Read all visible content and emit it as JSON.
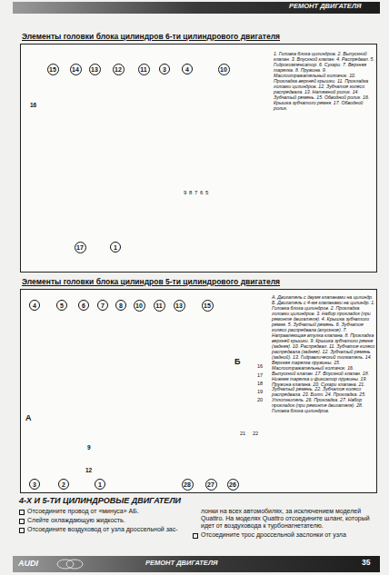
{
  "diagram": {
    "nodes": [
      {
        "text": [
          "Элементы головки блока цилиндров 6-ти цилиндрового двигателя",
          "1. Головка блока цилиндров. 2. Выпускной клапан. 3. Впускной клапан. 4. Распредвал. 5. Гидрокомпенсатор. 6. Сухари. 7. Верхняя тарелка. 8. Пружина. 9. Маслоотражательный колпачок. 10. Прокладка верхней крышки. 11. Прокладка головки цилиндров. 12. Зубчатое колесо распредвала. 13. Натяжной ролик. 14. Зубчатый ремень. 15. Обводной ролик. 16. Крышка зубчатого ремня. 17. Обводной ролик."
        ]
      },
      {
        "text": [
          "15"
        ],
        "in": 0
      },
      {
        "text": [
          "14"
        ],
        "in": 0
      },
      {
        "text": [
          "13"
        ],
        "in": 0
      },
      {
        "text": [
          "12"
        ],
        "in": 0
      },
      {
        "text": [
          "11"
        ],
        "in": 0
      },
      {
        "text": [
          "3"
        ],
        "in": 0
      },
      {
        "text": [
          "4"
        ],
        "in": 0
      },
      {
        "text": [
          "10"
        ],
        "in": 0
      },
      {
        "text": [
          "17"
        ],
        "in": 0
      },
      {
        "text": [
          "1"
        ],
        "in": 0
      },
      {
        "text": [
          "Элементы головки блока цилиндров 5-ти цилиндрового двигателя",
          "А. Двигатель с двумя клапанами на цилиндр. Б. Двигатель с 4-мя клапанами на цилиндр. 1. Головка блока цилиндров. 2. Прокладка головки цилиндров. 3. Набор прокладок (при ремонте двигателя). 4. Крышка зубчатого ремня. 5. Зубчатый ремень. 6. Зубчатое колесо распредвала (впускное). 7. Направляющая втулка клапана. 8. Прокладка верхней крышки. 9. Крышка зубчатого ремня (задняя). 10. Распредвал. 11. Зубчатое колесо распредвала (заднее). 12. Зубчатый ремень (задний). 13. Гидравлический толкатель. 14. Верхняя тарелка пружины. 15. Маслоотражательный колпачок. 16. Выпускной клапан. 17. Впускной клапан. 18. Нижняя тарелка и фиксатор пружины. 19. Пружина клапана. 20. Сухари клапана. 21. Зубчатый ремень. 22. Зубчатое колесо распредвала. 23. Болт. 24. Прокладка. 25. Уплотнитель. 26. Прокладка. 27. Набор прокладок (при ремонте двигателя). 28. Головка блока цилиндров."
        ]
      },
      {
        "text": [
          "4"
        ],
        "in": 11
      },
      {
        "text": [
          "5"
        ],
        "in": 11
      },
      {
        "text": [
          "6"
        ],
        "in": 11
      },
      {
        "text": [
          "7"
        ],
        "in": 11
      },
      {
        "text": [
          "8"
        ],
        "in": 11
      },
      {
        "text": [
          "10"
        ],
        "in": 11
      },
      {
        "text": [
          "11"
        ],
        "in": 11
      },
      {
        "text": [
          "13"
        ],
        "in": 11
      },
      {
        "text": [
          "15"
        ],
        "in": 11
      },
      {
        "text": [
          "3"
        ],
        "in": 11
      },
      {
        "text": [
          "2"
        ],
        "in": 11
      },
      {
        "text": [
          "1"
        ],
        "in": 11
      },
      {
        "text": [
          "28"
        ],
        "in": 11
      },
      {
        "text": [
          "27"
        ],
        "in": 11
      },
      {
        "text": [
          "26"
        ],
        "in": 11
      }
    ],
    "labels": [
      "РЕМОНТ ДВИГАТЕЛЯ",
      "16",
      "9",
      "8",
      "7",
      "6",
      "5",
      "А",
      "Б",
      "9",
      "12",
      "16",
      "17",
      "18",
      "19",
      "20",
      "21",
      "22",
      "4-Х И 5-ТИ ЦИЛИНДРОВЫЕ ДВИГАТЕЛИ",
      "Отсоедините провод от «минуса» АБ.",
      "Слейте охлаждающую жидкость.",
      "Отсоедините воздуховод от узла дроссельной зас-",
      "лонки на всех автомобилях, за исключением моделей Quattro. На моделях Quattro отсоедините шланг, который идет от воздуховода к турбонагнетателю.",
      "Отсоедините трос дроссельной заслонки от узла",
      "AUDI",
      "РЕМОНТ ДВИГАТЕЛЯ",
      "35"
    ]
  }
}
